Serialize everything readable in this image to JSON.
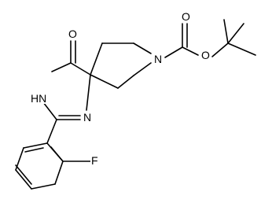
{
  "structure": {
    "atoms": {
      "carbonyl_oxygen_ring": "O",
      "ester_carbonyl_oxygen": "O",
      "ester_oxygen": "O",
      "piperidine_nitrogen": "N",
      "amide_nitrogen": "HN",
      "imine_nitrogen": "N",
      "fluorine": "F"
    }
  }
}
